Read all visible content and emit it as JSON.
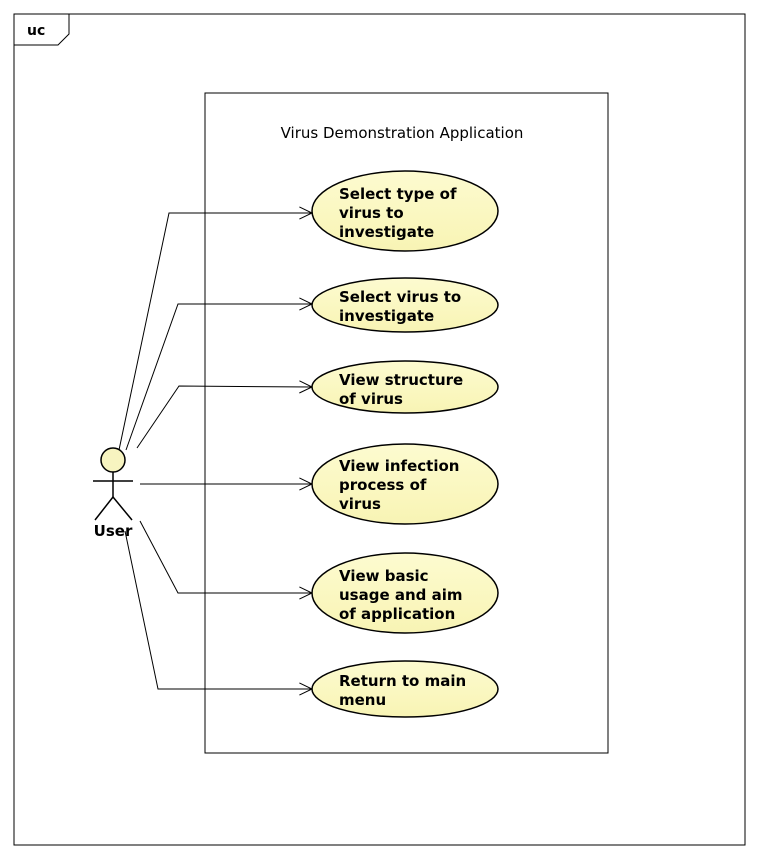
{
  "frame": {
    "tag": "uc"
  },
  "system": {
    "title": "Virus Demonstration Application"
  },
  "actor": {
    "name": "User"
  },
  "colors": {
    "usecase_fill": "#fbf9c4",
    "actor_fill": "#f7f4c0",
    "line": "#000000"
  },
  "use_cases": [
    {
      "lines": [
        "Select type of",
        "virus to",
        "investigate"
      ]
    },
    {
      "lines": [
        "Select virus to",
        "investigate"
      ]
    },
    {
      "lines": [
        "View structure",
        "of virus"
      ]
    },
    {
      "lines": [
        "View infection",
        "process of",
        "virus"
      ]
    },
    {
      "lines": [
        "View basic",
        "usage and aim",
        "of application"
      ]
    },
    {
      "lines": [
        "Return to main",
        "menu"
      ]
    }
  ]
}
